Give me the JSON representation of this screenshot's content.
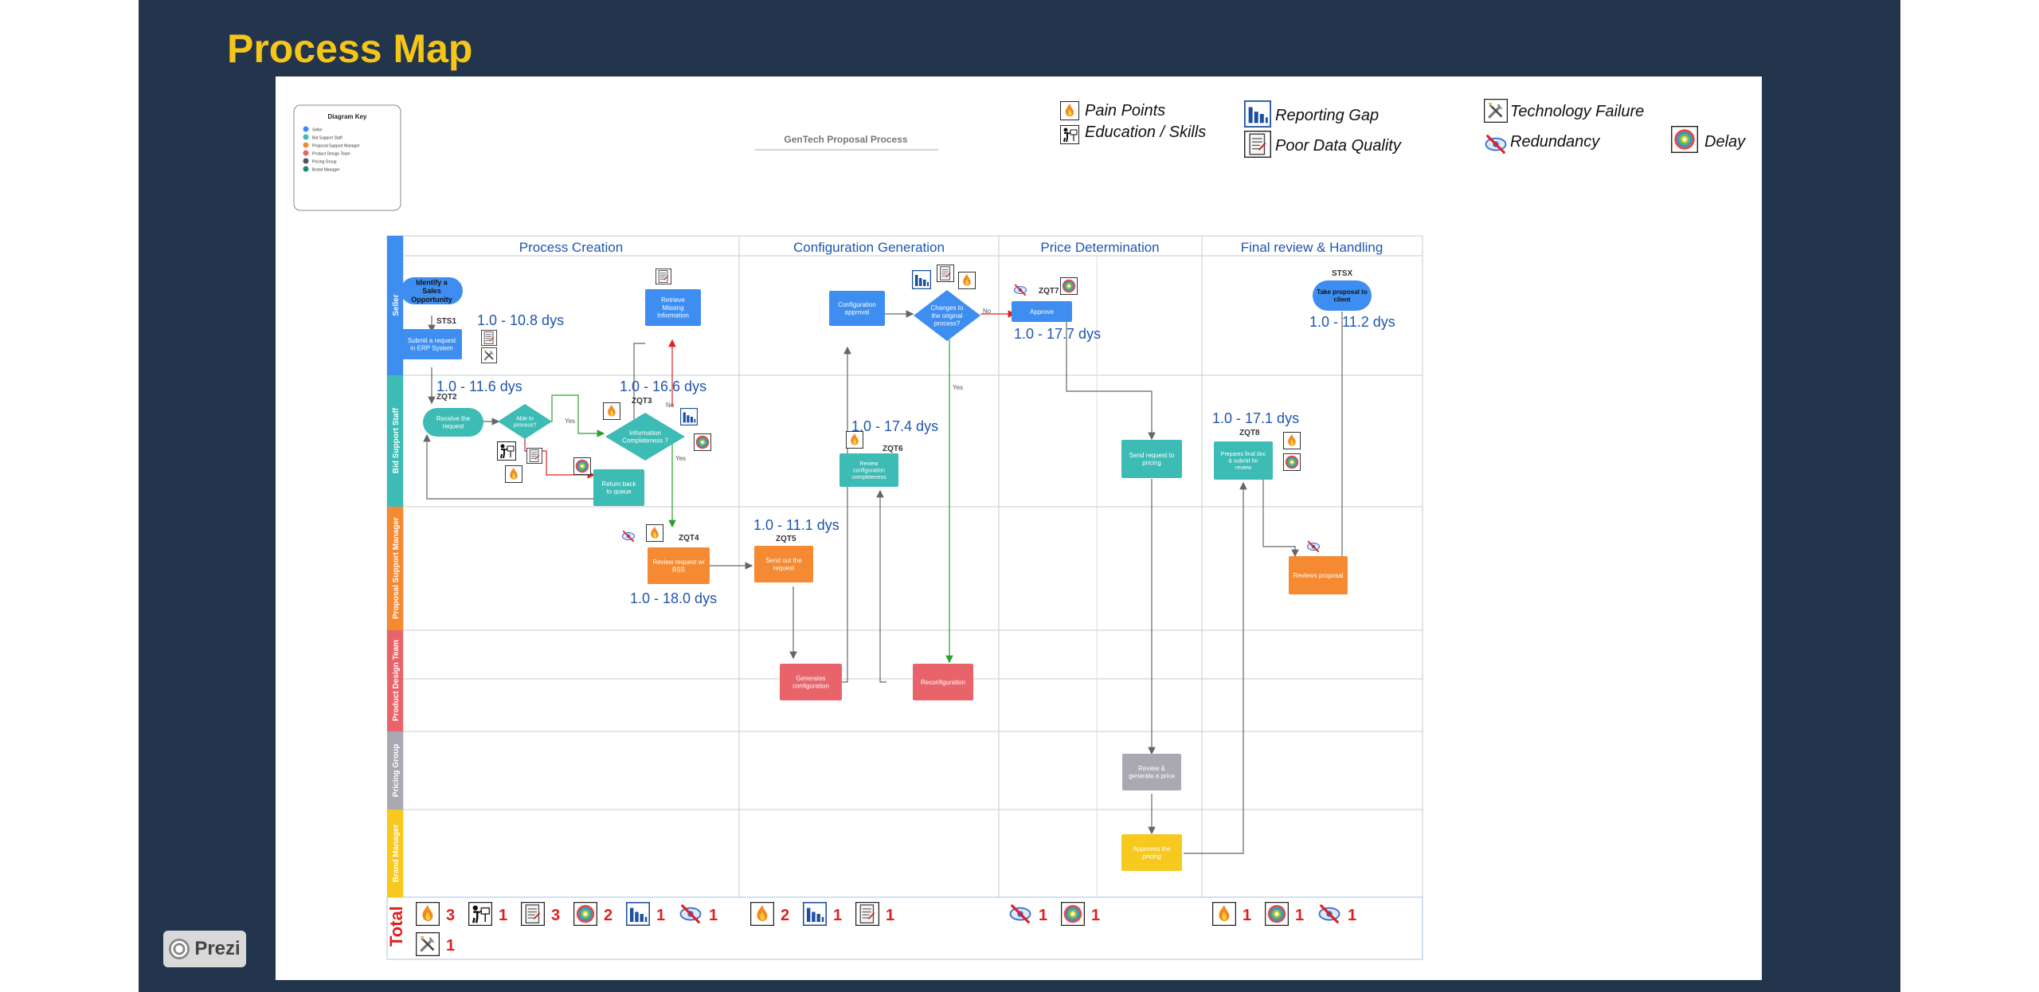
{
  "page_title": "Process Map",
  "brand": {
    "label": "Prezi"
  },
  "diagram_title": "GenTech Proposal Process",
  "key": {
    "title": "Diagram Key",
    "items": [
      {
        "label": "Seller",
        "color": "#3d8ef0"
      },
      {
        "label": "Bid Support Staff",
        "color": "#3dbbb5"
      },
      {
        "label": "Proposal Support Manager",
        "color": "#f58a32"
      },
      {
        "label": "Product Design Team",
        "color": "#e8646a"
      },
      {
        "label": "Pricing Group",
        "color": "#555555"
      },
      {
        "label": "Brand Manager",
        "color": "#1a8a78"
      }
    ]
  },
  "legend": [
    {
      "icon": "flame-icon",
      "label": "Pain Points"
    },
    {
      "icon": "person-sign-icon",
      "label": "Education / Skills"
    },
    {
      "icon": "bar-chart-icon",
      "label": "Reporting Gap"
    },
    {
      "icon": "document-icon",
      "label": "Poor Data Quality"
    },
    {
      "icon": "tools-icon",
      "label": "Technology Failure"
    },
    {
      "icon": "crossed-eye-icon",
      "label": "Redundancy"
    },
    {
      "icon": "target-icon",
      "label": "Delay"
    }
  ],
  "phases": [
    "Process Creation",
    "Configuration Generation",
    "Price Determination",
    "Final review & Handling"
  ],
  "lanes": [
    {
      "label": "Seller",
      "color": "#3d8ef0"
    },
    {
      "label": "Bid Support Staff",
      "color": "#3dbbb5"
    },
    {
      "label": "Proposal Support Manager",
      "color": "#f58a32"
    },
    {
      "label": "Product Design Team",
      "color": "#e8646a"
    },
    {
      "label": "Pricing Group",
      "color": "#a9a9b1"
    },
    {
      "label": "Brand Manager",
      "color": "#f7c81e"
    }
  ],
  "nodes": {
    "identify": "Identify a Sales Opportunity",
    "submit": "Submit a request in ERP System",
    "retrieve": "Retrieve Missing Information",
    "config_approval": "Configuration approval",
    "changes": "Changes to the original process?",
    "approve": "Approve",
    "take_proposal": "Take proposal to client",
    "receive": "Receive the request",
    "able": "Able to process?",
    "info_complete": "Information Completeness ?",
    "return_queue": "Return back to queue",
    "review_config": "Review configuration completeness",
    "send_pricing": "Send request to pricing",
    "prepares_final": "Prepares final doc & submit for review",
    "review_bss": "Review request w/ BSS",
    "send_out": "Send out the request",
    "reviews_proposal": "Reviews proposal",
    "generates": "Generates configuration",
    "reconfig": "Reconfiguration",
    "review_price": "Review & generate a price",
    "approves_pricing": "Approves the pricing"
  },
  "codes": {
    "sts1": "STS1",
    "stsx": "STSX",
    "zqt2": "ZQT2",
    "zqt3": "ZQT3",
    "zqt4": "ZQT4",
    "zqt5": "ZQT5",
    "zqt6": "ZQT6",
    "zqt7": "ZQT7",
    "zqt8": "ZQT8"
  },
  "durations": {
    "sts1": "1.0 - 10.8 dys",
    "zqt2": "1.0 - 11.6 dys",
    "zqt3": "1.0 - 16.6 dys",
    "zqt6": "1.0 - 17.4 dys",
    "zqt7": "1.0 - 17.7 dys",
    "stsx": "1.0 - 11.2 dys",
    "zqt8": "1.0 - 17.1 dys",
    "zqt5": "1.0 - 11.1 dys",
    "zqt4": "1.0 - 18.0 dys"
  },
  "edge_labels": {
    "yes": "Yes",
    "no": "No"
  },
  "totals": {
    "label": "Total",
    "process_creation": [
      {
        "icon": "flame-icon",
        "count": "3"
      },
      {
        "icon": "person-sign-icon",
        "count": "1"
      },
      {
        "icon": "document-icon",
        "count": "3"
      },
      {
        "icon": "target-icon",
        "count": "2"
      },
      {
        "icon": "bar-chart-icon",
        "count": "1"
      },
      {
        "icon": "crossed-eye-icon",
        "count": "1"
      },
      {
        "icon": "tools-icon",
        "count": "1"
      }
    ],
    "configuration_generation": [
      {
        "icon": "flame-icon",
        "count": "2"
      },
      {
        "icon": "bar-chart-icon",
        "count": "1"
      },
      {
        "icon": "document-icon",
        "count": "1"
      }
    ],
    "price_determination": [
      {
        "icon": "crossed-eye-icon",
        "count": "1"
      },
      {
        "icon": "target-icon",
        "count": "1"
      }
    ],
    "final_review": [
      {
        "icon": "flame-icon",
        "count": "1"
      },
      {
        "icon": "target-icon",
        "count": "1"
      },
      {
        "icon": "crossed-eye-icon",
        "count": "1"
      }
    ]
  }
}
